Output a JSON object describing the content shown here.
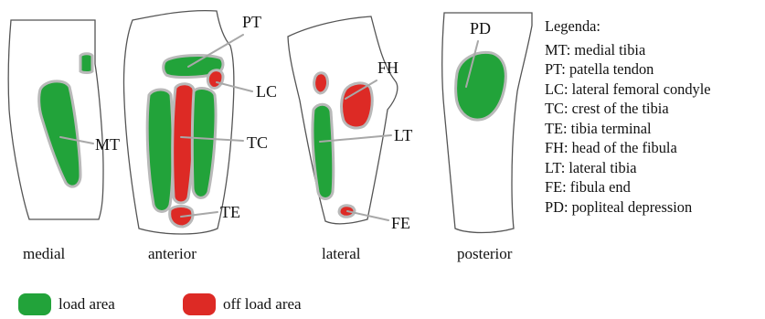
{
  "views": {
    "medial": "medial",
    "anterior": "anterior",
    "lateral": "lateral",
    "posterior": "posterior"
  },
  "region_labels": {
    "mt": "MT",
    "pt": "PT",
    "lc": "LC",
    "tc": "TC",
    "te": "TE",
    "fh": "FH",
    "lt": "LT",
    "fe": "FE",
    "pd": "PD"
  },
  "legend": {
    "title": "Legenda:",
    "entries": [
      "MT: medial tibia",
      "PT: patella tendon",
      "LC: lateral femoral condyle",
      "TC: crest of the tibia",
      "TE: tibia terminal",
      "FH: head of the fibula",
      "LT: lateral tibia",
      "FE: fibula end",
      "PD: popliteal depression"
    ]
  },
  "key": {
    "load_label": "load area",
    "off_load_label": "off load area",
    "load_color": "#22a33a",
    "off_load_color": "#dd2a25"
  }
}
